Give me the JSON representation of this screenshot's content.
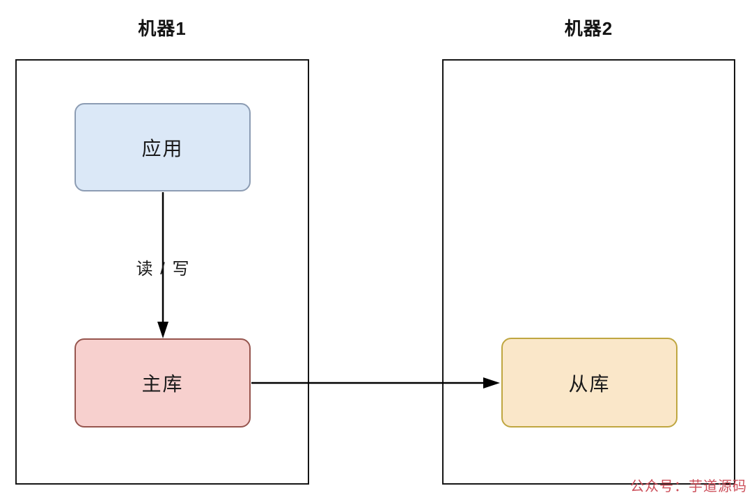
{
  "diagram": {
    "machine1": {
      "title": "机器1"
    },
    "machine2": {
      "title": "机器2"
    },
    "nodes": {
      "app": {
        "label": "应用"
      },
      "master": {
        "label": "主库"
      },
      "slave": {
        "label": "从库"
      }
    },
    "edges": {
      "app_to_master": {
        "label": "读 / 写",
        "direction": "down"
      },
      "master_to_slave": {
        "label": "",
        "direction": "right"
      }
    },
    "watermark": {
      "text": "公众号：芋道源码"
    },
    "colors": {
      "app_fill": "#dbe8f7",
      "app_border": "#8c9cb3",
      "master_fill": "#f7d0ce",
      "master_border": "#96554e",
      "slave_fill": "#fae7c9",
      "slave_border": "#bfa640",
      "container_border": "#151515",
      "arrow_line": "#000000",
      "watermark_text": "#cc4e59"
    }
  }
}
